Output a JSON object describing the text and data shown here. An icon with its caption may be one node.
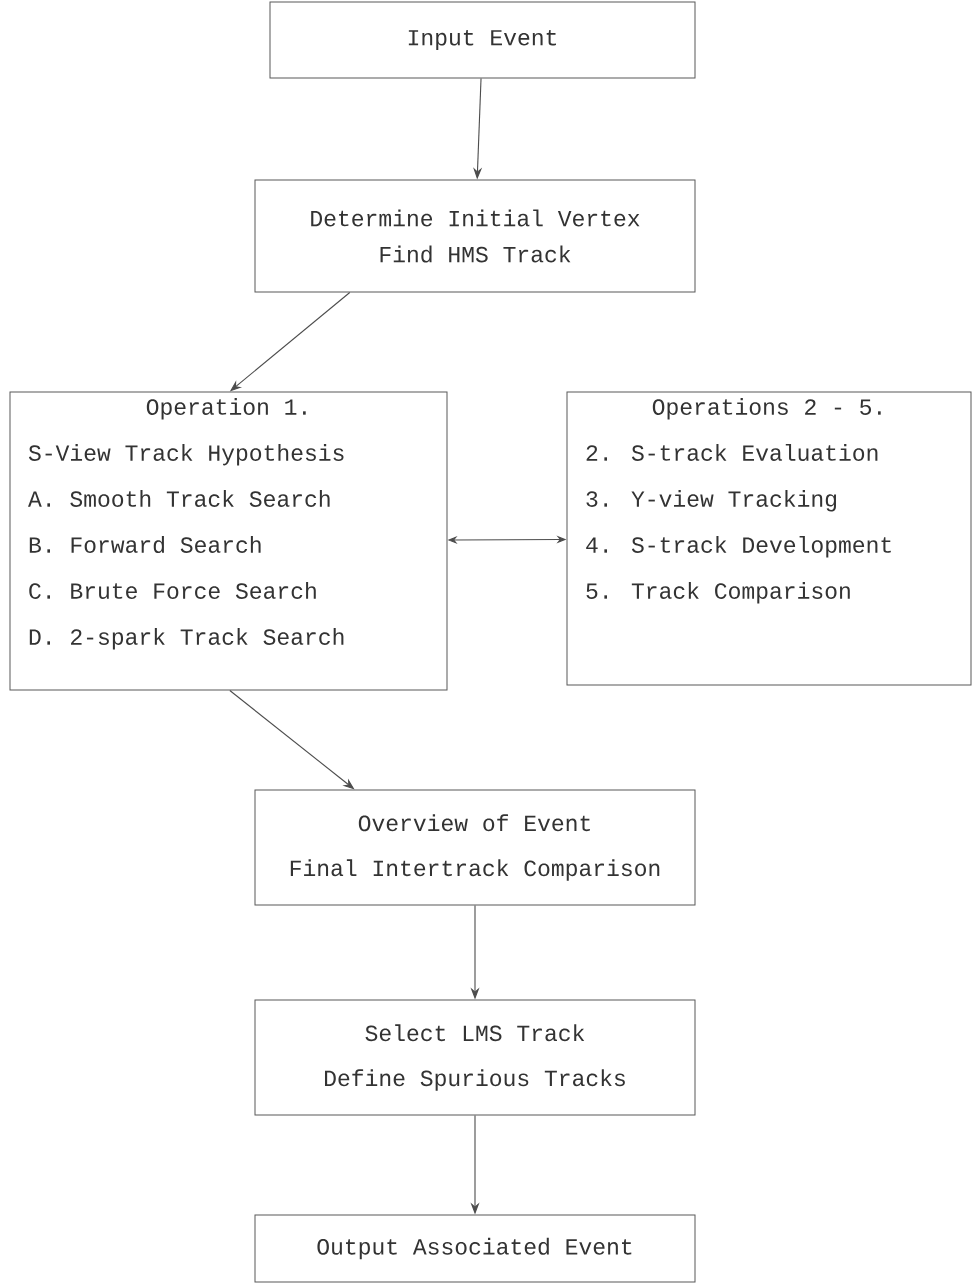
{
  "diagram": {
    "nodes": [
      {
        "text": [
          "Input Event"
        ]
      },
      {
        "text": [
          "Determine Initial Vertex",
          "Find HMS Track"
        ]
      },
      {
        "text": [
          "Operation 1.",
          "S-View Track Hypothesis",
          "A. Smooth Track Search",
          "B. Forward Search",
          "C. Brute Force Search",
          "D. 2-spark Track Search"
        ]
      },
      {
        "text": [
          "Operations 2 - 5.",
          "2. S-track Evaluation",
          "3. Y-view Tracking",
          "4. S-track Development",
          "5. Track Comparison"
        ]
      },
      {
        "text": [
          "Overview of Event",
          "Final Intertrack Comparison"
        ]
      },
      {
        "text": [
          "Select LMS Track",
          "Define Spurious Tracks"
        ]
      },
      {
        "text": [
          "Output Associated Event"
        ]
      }
    ],
    "edges": [
      {
        "from": 0,
        "to": 1,
        "arrow": "to"
      },
      {
        "from": 1,
        "to": 2,
        "arrow": "to"
      },
      {
        "from": 2,
        "to": 3,
        "arrow": "both"
      },
      {
        "from": 2,
        "to": 4,
        "arrow": "to"
      },
      {
        "from": 4,
        "to": 5,
        "arrow": "to"
      },
      {
        "from": 5,
        "to": 6,
        "arrow": "to"
      }
    ]
  }
}
